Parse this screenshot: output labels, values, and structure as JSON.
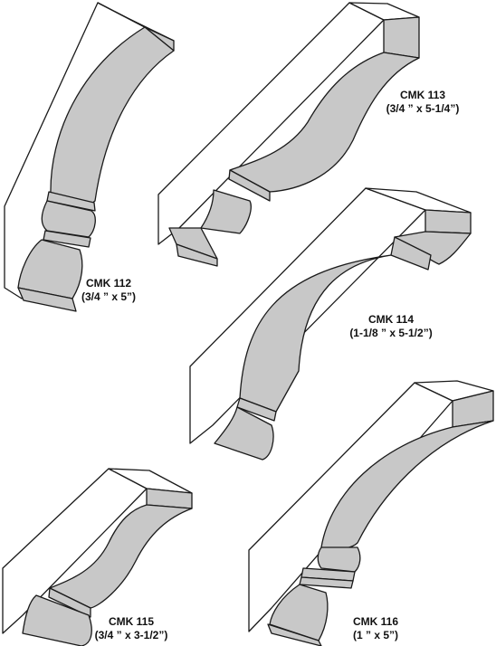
{
  "moldings": [
    {
      "code": "CMK 112",
      "size": "(3/4 ” x 5”)"
    },
    {
      "code": "CMK 113",
      "size": "(3/4 ” x 5-1/4”)"
    },
    {
      "code": "CMK 114",
      "size": "(1-1/8 ” x 5-1/2”)"
    },
    {
      "code": "CMK 115",
      "size": "(3/4 ” x 3-1/2”)"
    },
    {
      "code": "CMK 116",
      "size": "(1 ” x 5”)"
    }
  ]
}
